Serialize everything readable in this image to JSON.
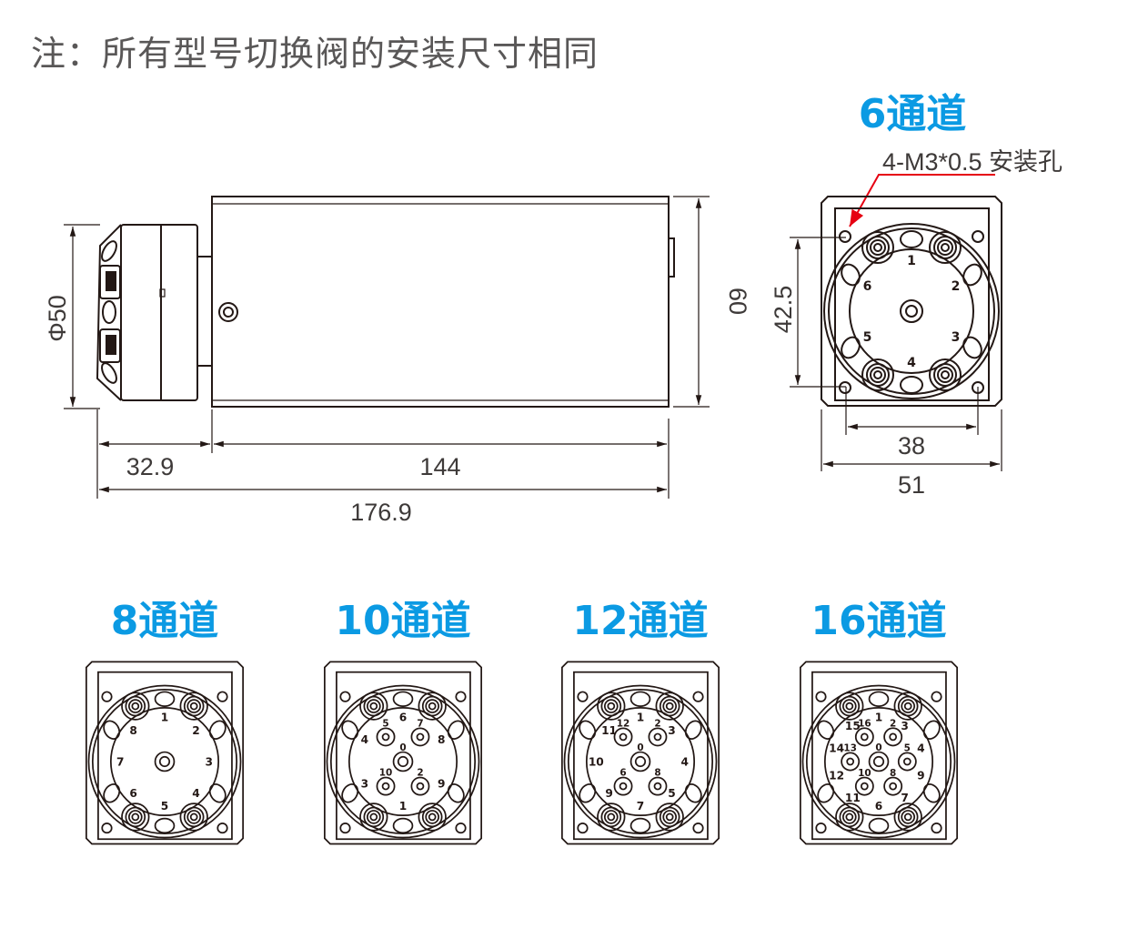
{
  "note": "注：所有型号切换阀的安装尺寸相同",
  "side_view": {
    "diameter_label": "Φ50",
    "height_label": "60",
    "dims": {
      "head": "32.9",
      "body": "144",
      "total": "176.9"
    }
  },
  "main_face": {
    "title": "6通道",
    "callout": "4-M3*0.5 安装孔",
    "callout_color": "#e60012",
    "hole_spacing_v": "42.5",
    "hole_spacing_h": "38",
    "width": "51",
    "labels": [
      "1",
      "2",
      "3",
      "4",
      "5",
      "6"
    ],
    "ports": []
  },
  "faces": [
    {
      "title": "8通道",
      "labels": [
        "1",
        "2",
        "3",
        "4",
        "5",
        "6",
        "7",
        "8"
      ],
      "ports": []
    },
    {
      "title": "10通道",
      "labels": [
        "6",
        "8",
        "9",
        "1",
        "3",
        "4"
      ],
      "ports": [
        "5",
        "7",
        "2",
        "10"
      ]
    },
    {
      "title": "12通道",
      "labels": [
        "1",
        "3",
        "4",
        "5",
        "7",
        "9",
        "10",
        "11"
      ],
      "ports": [
        "12",
        "2",
        "8",
        "6"
      ]
    },
    {
      "title": "16通道",
      "labels": [
        "1",
        "3",
        "4",
        "9",
        "7",
        "6",
        "11",
        "12",
        "14",
        "15"
      ],
      "ports": [
        "16",
        "2",
        "5",
        "8",
        "10",
        "13"
      ]
    }
  ],
  "center_port_label": "0",
  "accent_color": "#0b9ae3"
}
